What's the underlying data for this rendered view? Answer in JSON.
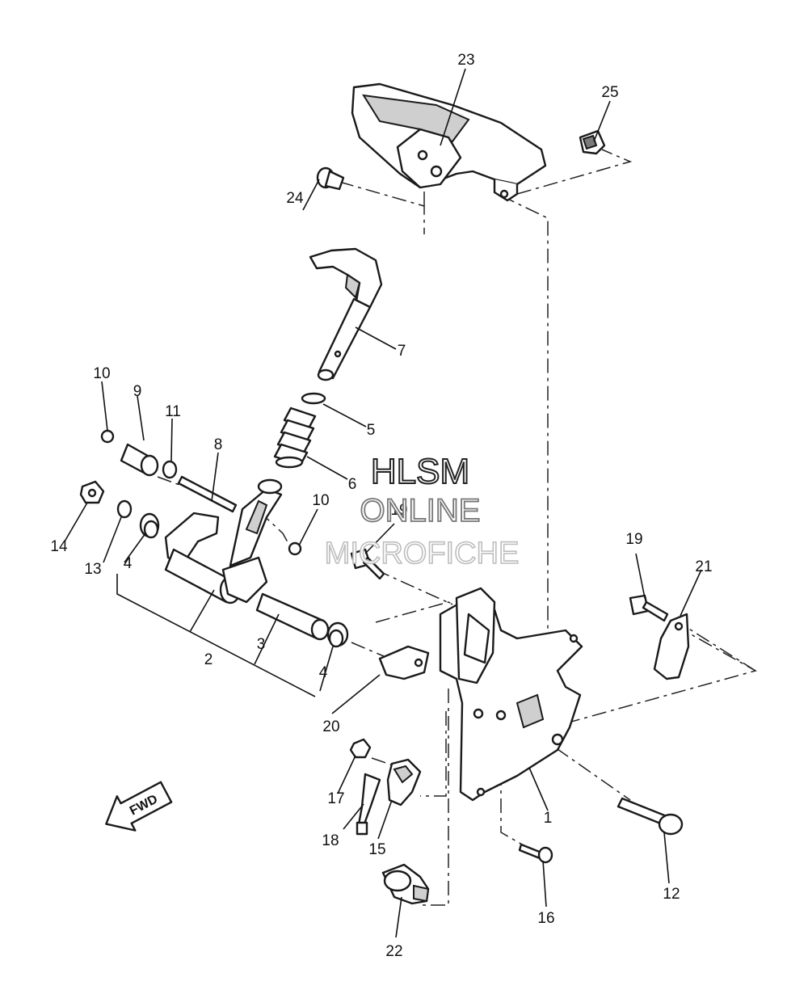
{
  "watermark": {
    "line1": "HLSM",
    "line2": "ONLINE",
    "line3": "MICROFICHE"
  },
  "direction_arrow": {
    "label": "FWD",
    "icon": "forward-arrow-icon"
  },
  "callouts": {
    "c1": "1",
    "c2": "2",
    "c3": "3",
    "c4a": "4",
    "c4b": "4",
    "c5": "5",
    "c6": "6",
    "c7": "7",
    "c8": "8",
    "c9": "9",
    "c10a": "10",
    "c10b": "10",
    "c11": "11",
    "c12": "12",
    "c13": "13",
    "c14": "14",
    "c15": "15",
    "c16": "16",
    "c17": "17",
    "c18": "18",
    "c19a": "19",
    "c19b": "19",
    "c20": "20",
    "c21": "21",
    "c22": "22",
    "c23": "23",
    "c24": "24",
    "c25": "25"
  }
}
